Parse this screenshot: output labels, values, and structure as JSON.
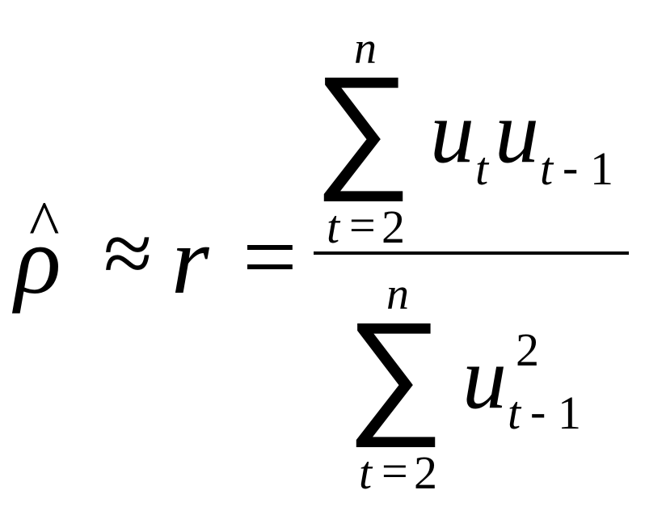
{
  "formula": {
    "lhs": {
      "hat": "^",
      "rho": "ρ",
      "approx": "≈",
      "r": "r",
      "equals": "="
    },
    "numerator": {
      "sum_symbol": "∑",
      "upper_limit": "n",
      "lower_var": "t",
      "lower_eq": "=",
      "lower_val": "2",
      "u1": "u",
      "sub1": "t",
      "u2": "u",
      "sub2_t": "t",
      "sub2_minus": "-",
      "sub2_one": "1"
    },
    "denominator": {
      "sum_symbol": "∑",
      "upper_limit": "n",
      "lower_var": "t",
      "lower_eq": "=",
      "lower_val": "2",
      "u": "u",
      "sup": "2",
      "sub_t": "t",
      "sub_minus": "-",
      "sub_one": "1"
    }
  }
}
